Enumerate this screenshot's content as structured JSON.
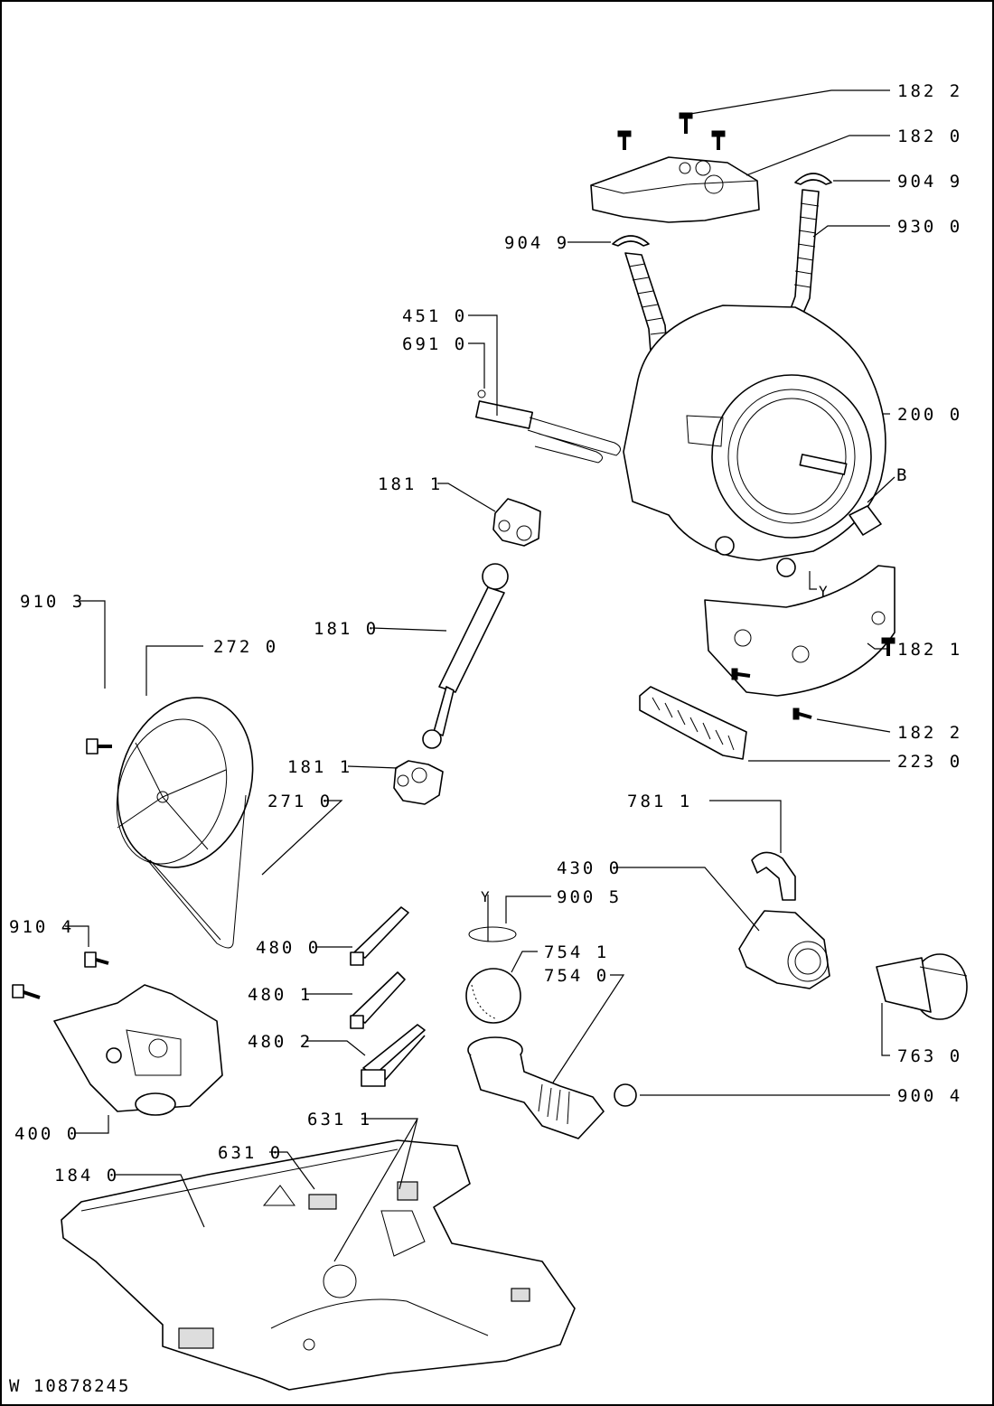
{
  "drawing_number": "W 10878245",
  "callouts": {
    "c1822_top": "182 2",
    "c1820": "182 0",
    "c9049_right": "904 9",
    "c9300": "930 0",
    "c9049_left": "904 9",
    "c4510": "451 0",
    "c6910": "691 0",
    "c2000": "200 0",
    "cB": "B",
    "c1811_top": "181 1",
    "cY_tub": "Y",
    "c1821": "182 1",
    "c9103": "910 3",
    "c2720": "272 0",
    "c1810": "181 0",
    "c1822_bottom": "182 2",
    "c2230": "223 0",
    "c1811_bottom": "181 1",
    "c2710": "271 0",
    "c7811": "781 1",
    "c4300": "430 0",
    "cY_ring": "Y",
    "c9005": "900 5",
    "c9104": "910 4",
    "c4800": "480 0",
    "c7541": "754 1",
    "c7540": "754 0",
    "c4801": "480 1",
    "c4802": "480 2",
    "c7630": "763 0",
    "c9004": "900 4",
    "c4000": "400 0",
    "c6311": "631 1",
    "c6310": "631 0",
    "c1840": "184 0"
  }
}
